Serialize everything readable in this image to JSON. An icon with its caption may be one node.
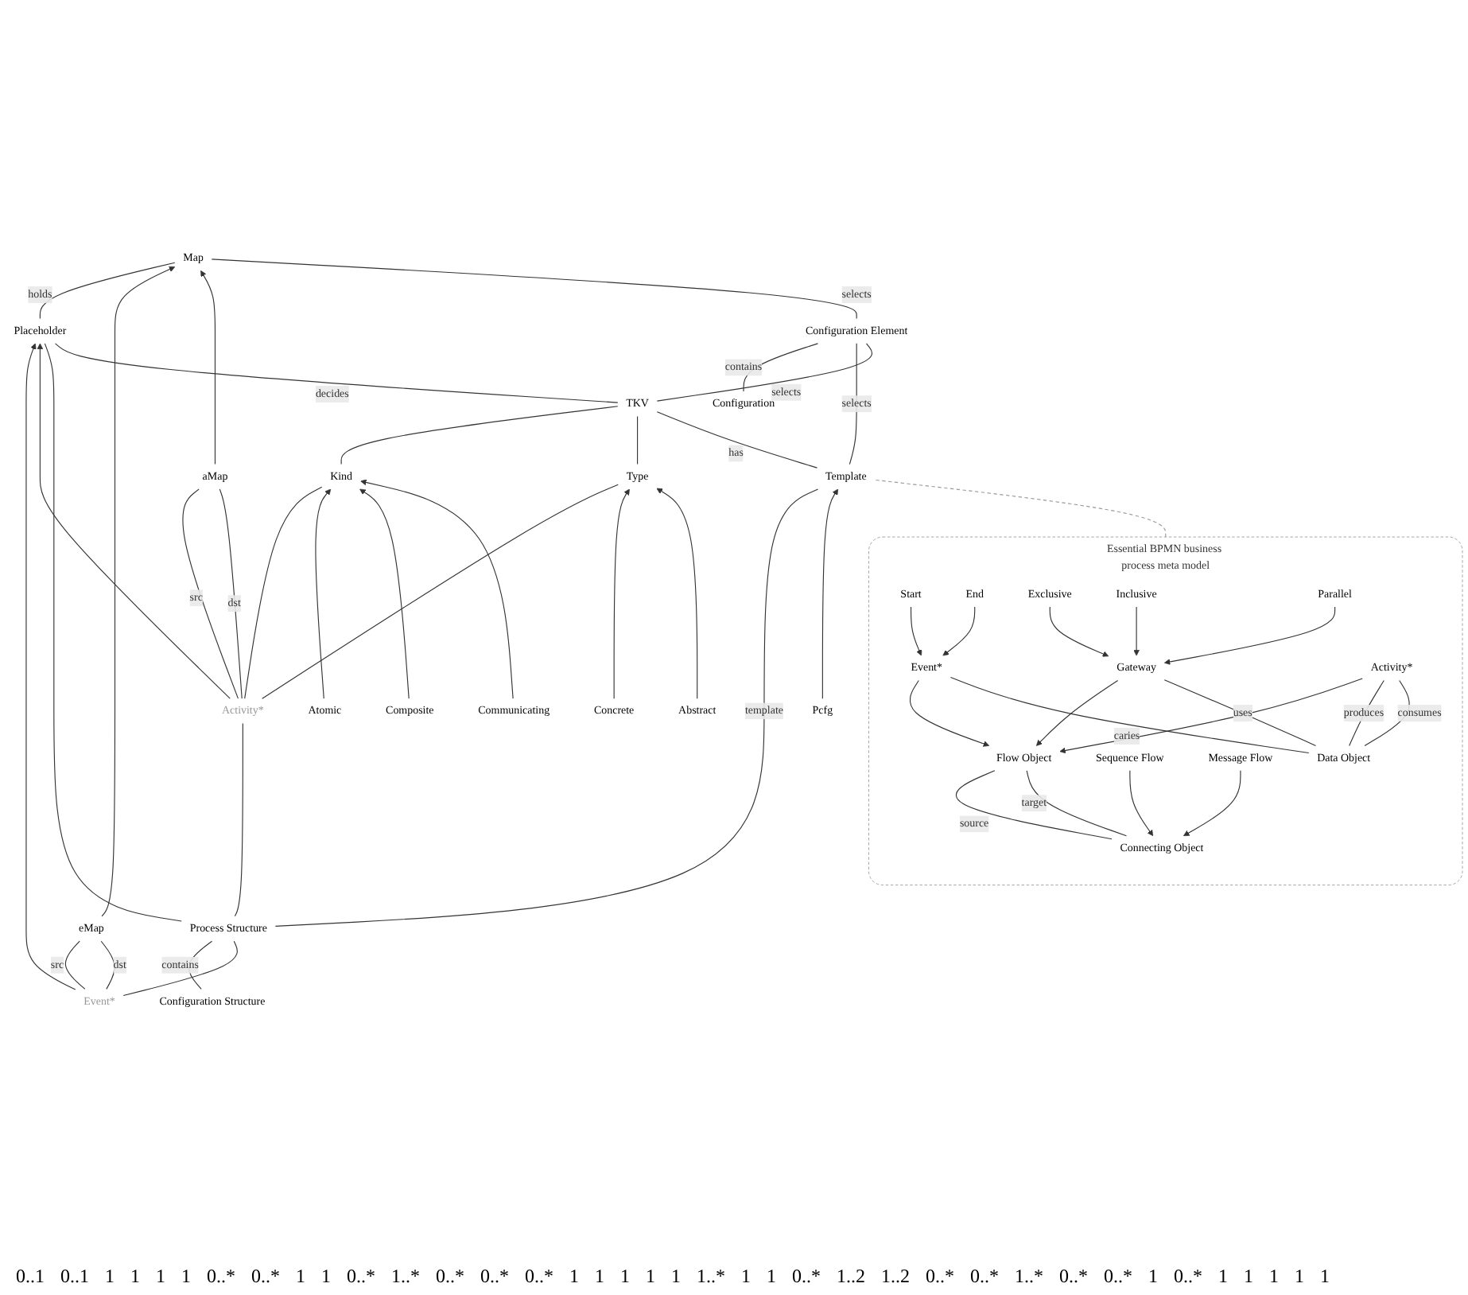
{
  "diagram": {
    "nodes": [
      {
        "text": [
          "Essential BPMN business process meta model"
        ]
      },
      {
        "text": [
          "Flow Object"
        ],
        "in": 0
      },
      {
        "text": [
          "Connecting Object"
        ],
        "in": 0
      },
      {
        "text": [
          "Event*"
        ],
        "in": 0
      },
      {
        "text": [
          "Gateway"
        ],
        "in": 0
      },
      {
        "text": [
          "Activity*"
        ],
        "in": 0
      },
      {
        "text": [
          "Sequence Flow"
        ],
        "in": 0
      },
      {
        "text": [
          "Message Flow"
        ],
        "in": 0
      },
      {
        "text": [
          "Start"
        ],
        "in": 0
      },
      {
        "text": [
          "End"
        ],
        "in": 0
      },
      {
        "text": [
          "Exclusive"
        ],
        "in": 0
      },
      {
        "text": [
          "Inclusive"
        ],
        "in": 0
      },
      {
        "text": [
          "Parallel"
        ],
        "in": 0
      },
      {
        "text": [
          "Data Object"
        ],
        "in": 0
      },
      {
        "text": [
          "Configuration"
        ]
      },
      {
        "text": [
          "Configuration Element"
        ]
      },
      {
        "text": [
          "Configuration Structure"
        ]
      },
      {
        "text": [
          "Template"
        ]
      },
      {
        "text": [
          "Pcfg"
        ]
      },
      {
        "text": [
          "Event*"
        ]
      },
      {
        "text": [
          "Process Structure"
        ]
      },
      {
        "text": [
          "Activity*"
        ]
      },
      {
        "text": [
          "Kind"
        ]
      },
      {
        "text": [
          "Placeholder"
        ]
      },
      {
        "text": [
          "Atomic"
        ]
      },
      {
        "text": [
          "Composite"
        ]
      },
      {
        "text": [
          "Communicating"
        ]
      },
      {
        "text": [
          "Type"
        ]
      },
      {
        "text": [
          "TKV"
        ]
      },
      {
        "text": [
          "Map"
        ]
      },
      {
        "text": [
          "Concrete"
        ]
      },
      {
        "text": [
          "Abstract"
        ]
      },
      {
        "text": [
          "eMap"
        ]
      },
      {
        "text": [
          "aMap"
        ]
      }
    ],
    "edges": [
      {
        "from": 1,
        "to": 2,
        "arrow": "none",
        "label": "source"
      },
      {
        "from": 1,
        "to": 2,
        "arrow": "none",
        "label": "target"
      },
      {
        "from": 3,
        "to": 1,
        "arrow": "to"
      },
      {
        "from": 4,
        "to": 1,
        "arrow": "to"
      },
      {
        "from": 5,
        "to": 1,
        "arrow": "to"
      },
      {
        "from": 6,
        "to": 2,
        "arrow": "to"
      },
      {
        "from": 7,
        "to": 2,
        "arrow": "to"
      },
      {
        "from": 8,
        "to": 3,
        "arrow": "to"
      },
      {
        "from": 9,
        "to": 3,
        "arrow": "to"
      },
      {
        "from": 10,
        "to": 4,
        "arrow": "to"
      },
      {
        "from": 11,
        "to": 4,
        "arrow": "to"
      },
      {
        "from": 12,
        "to": 4,
        "arrow": "to"
      },
      {
        "from": 5,
        "to": 13,
        "arrow": "none",
        "label": "produces"
      },
      {
        "from": 5,
        "to": 13,
        "arrow": "none",
        "label": "consumes"
      },
      {
        "from": 4,
        "to": 13,
        "arrow": "none",
        "label": "uses"
      },
      {
        "from": 3,
        "to": 13,
        "arrow": "none",
        "label": "caries"
      },
      {
        "from": 0,
        "to": 17,
        "arrow": "none",
        "style": "dashed",
        "color": "#999999"
      },
      {
        "from": 14,
        "to": 15,
        "arrow": "none",
        "label": "contains"
      },
      {
        "from": 17,
        "to": 15,
        "arrow": "none",
        "label": "selects"
      },
      {
        "from": 16,
        "to": 20,
        "arrow": "none",
        "label": "contains"
      },
      {
        "from": 20,
        "to": 17,
        "arrow": "none",
        "label": "template"
      },
      {
        "from": 18,
        "to": 17,
        "arrow": "to"
      },
      {
        "from": 19,
        "to": 20,
        "arrow": "none"
      },
      {
        "from": 20,
        "to": 21,
        "arrow": "none"
      },
      {
        "from": 19,
        "to": 23,
        "arrow": "to"
      },
      {
        "from": 21,
        "to": 23,
        "arrow": "to"
      },
      {
        "from": 20,
        "to": 23,
        "arrow": "none"
      },
      {
        "from": 21,
        "to": 22,
        "arrow": "none"
      },
      {
        "from": 22,
        "to": 28,
        "arrow": "none"
      },
      {
        "from": 24,
        "to": 22,
        "arrow": "to"
      },
      {
        "from": 25,
        "to": 22,
        "arrow": "to"
      },
      {
        "from": 26,
        "to": 22,
        "arrow": "to"
      },
      {
        "from": 21,
        "to": 27,
        "arrow": "none"
      },
      {
        "from": 27,
        "to": 28,
        "arrow": "none"
      },
      {
        "from": 30,
        "to": 27,
        "arrow": "to"
      },
      {
        "from": 31,
        "to": 27,
        "arrow": "to"
      },
      {
        "from": 23,
        "to": 29,
        "arrow": "none",
        "label": "holds"
      },
      {
        "from": 32,
        "to": 29,
        "arrow": "to"
      },
      {
        "from": 33,
        "to": 29,
        "arrow": "to"
      },
      {
        "from": 19,
        "to": 32,
        "arrow": "none",
        "label": "src"
      },
      {
        "from": 19,
        "to": 32,
        "arrow": "none",
        "label": "dst"
      },
      {
        "from": 21,
        "to": 33,
        "arrow": "none",
        "label": "src"
      },
      {
        "from": 21,
        "to": 33,
        "arrow": "none",
        "label": "dst"
      },
      {
        "from": 17,
        "to": 28,
        "arrow": "none",
        "label": "has"
      },
      {
        "from": 28,
        "to": 15,
        "arrow": "none",
        "label": "selects"
      },
      {
        "from": 28,
        "to": 23,
        "arrow": "none",
        "label": "decides"
      },
      {
        "from": 15,
        "to": 29,
        "arrow": "none",
        "label": "selects"
      }
    ],
    "labels": [
      "0..1",
      "0..1",
      "1",
      "1",
      "1",
      "1",
      "0..*",
      "0..*",
      "1",
      "1",
      "0..*",
      "1..*",
      "0..*",
      "0..*",
      "0..*",
      "1",
      "1",
      "1",
      "1",
      "1",
      "1..*",
      "1",
      "1",
      "0..*",
      "1..2",
      "1..2",
      "0..*",
      "0..*",
      "1..*",
      "0..*",
      "0..*",
      "1",
      "0..*",
      "1",
      "1",
      "1",
      "1",
      "1"
    ]
  }
}
